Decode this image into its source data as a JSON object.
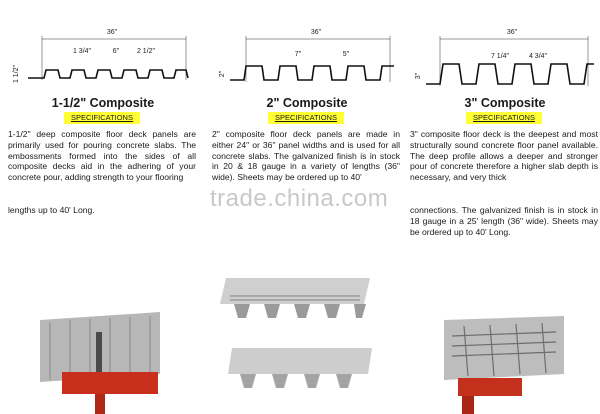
{
  "watermark": "trade.china.com",
  "columns": [
    {
      "width_label": "36\"",
      "dim_a": "1 3/4\"",
      "dim_b": "6\"",
      "dim_c": "2 1/2\"",
      "depth": "1 1/2\"",
      "title": "1-1/2\" Composite",
      "spec": "SPECIFICATIONS",
      "text": "1-1/2\" deep composite floor deck panels are primarily used for pouring concrete slabs. The embossments formed into the sides of all composite decks aid in the adhering of your concrete pour, adding strength to your flooring",
      "tail": "lengths up to 40' Long."
    },
    {
      "width_label": "36\"",
      "dim_a": "7\"",
      "dim_b": "5\"",
      "depth": "2\"",
      "title": "2\" Composite",
      "spec": "SPECIFICATIONS",
      "text": "2\" composite floor deck panels are made in either 24\" or 36\" panel widths and is used for all concrete slabs. The galvanized finish is in stock in 20 & 18 gauge in a variety of lengths (36\" wide). Sheets may be ordered up to 40'"
    },
    {
      "width_label": "36\"",
      "dim_a": "7 1/4\"",
      "dim_b": "4 3/4\"",
      "depth": "3\"",
      "title": "3\" Composite",
      "spec": "SPECIFICATIONS",
      "text": "3\" composite floor deck is the deepest and most structurally sound concrete floor panel available. The deep profile allows a deeper and stronger pour of concrete therefore a higher slab depth is necessary, and very thick",
      "tail": "connections. The galvanized finish is in stock in 18 gauge in a 25' length (36\" wide). Sheets may be ordered up to 40' Long."
    }
  ]
}
